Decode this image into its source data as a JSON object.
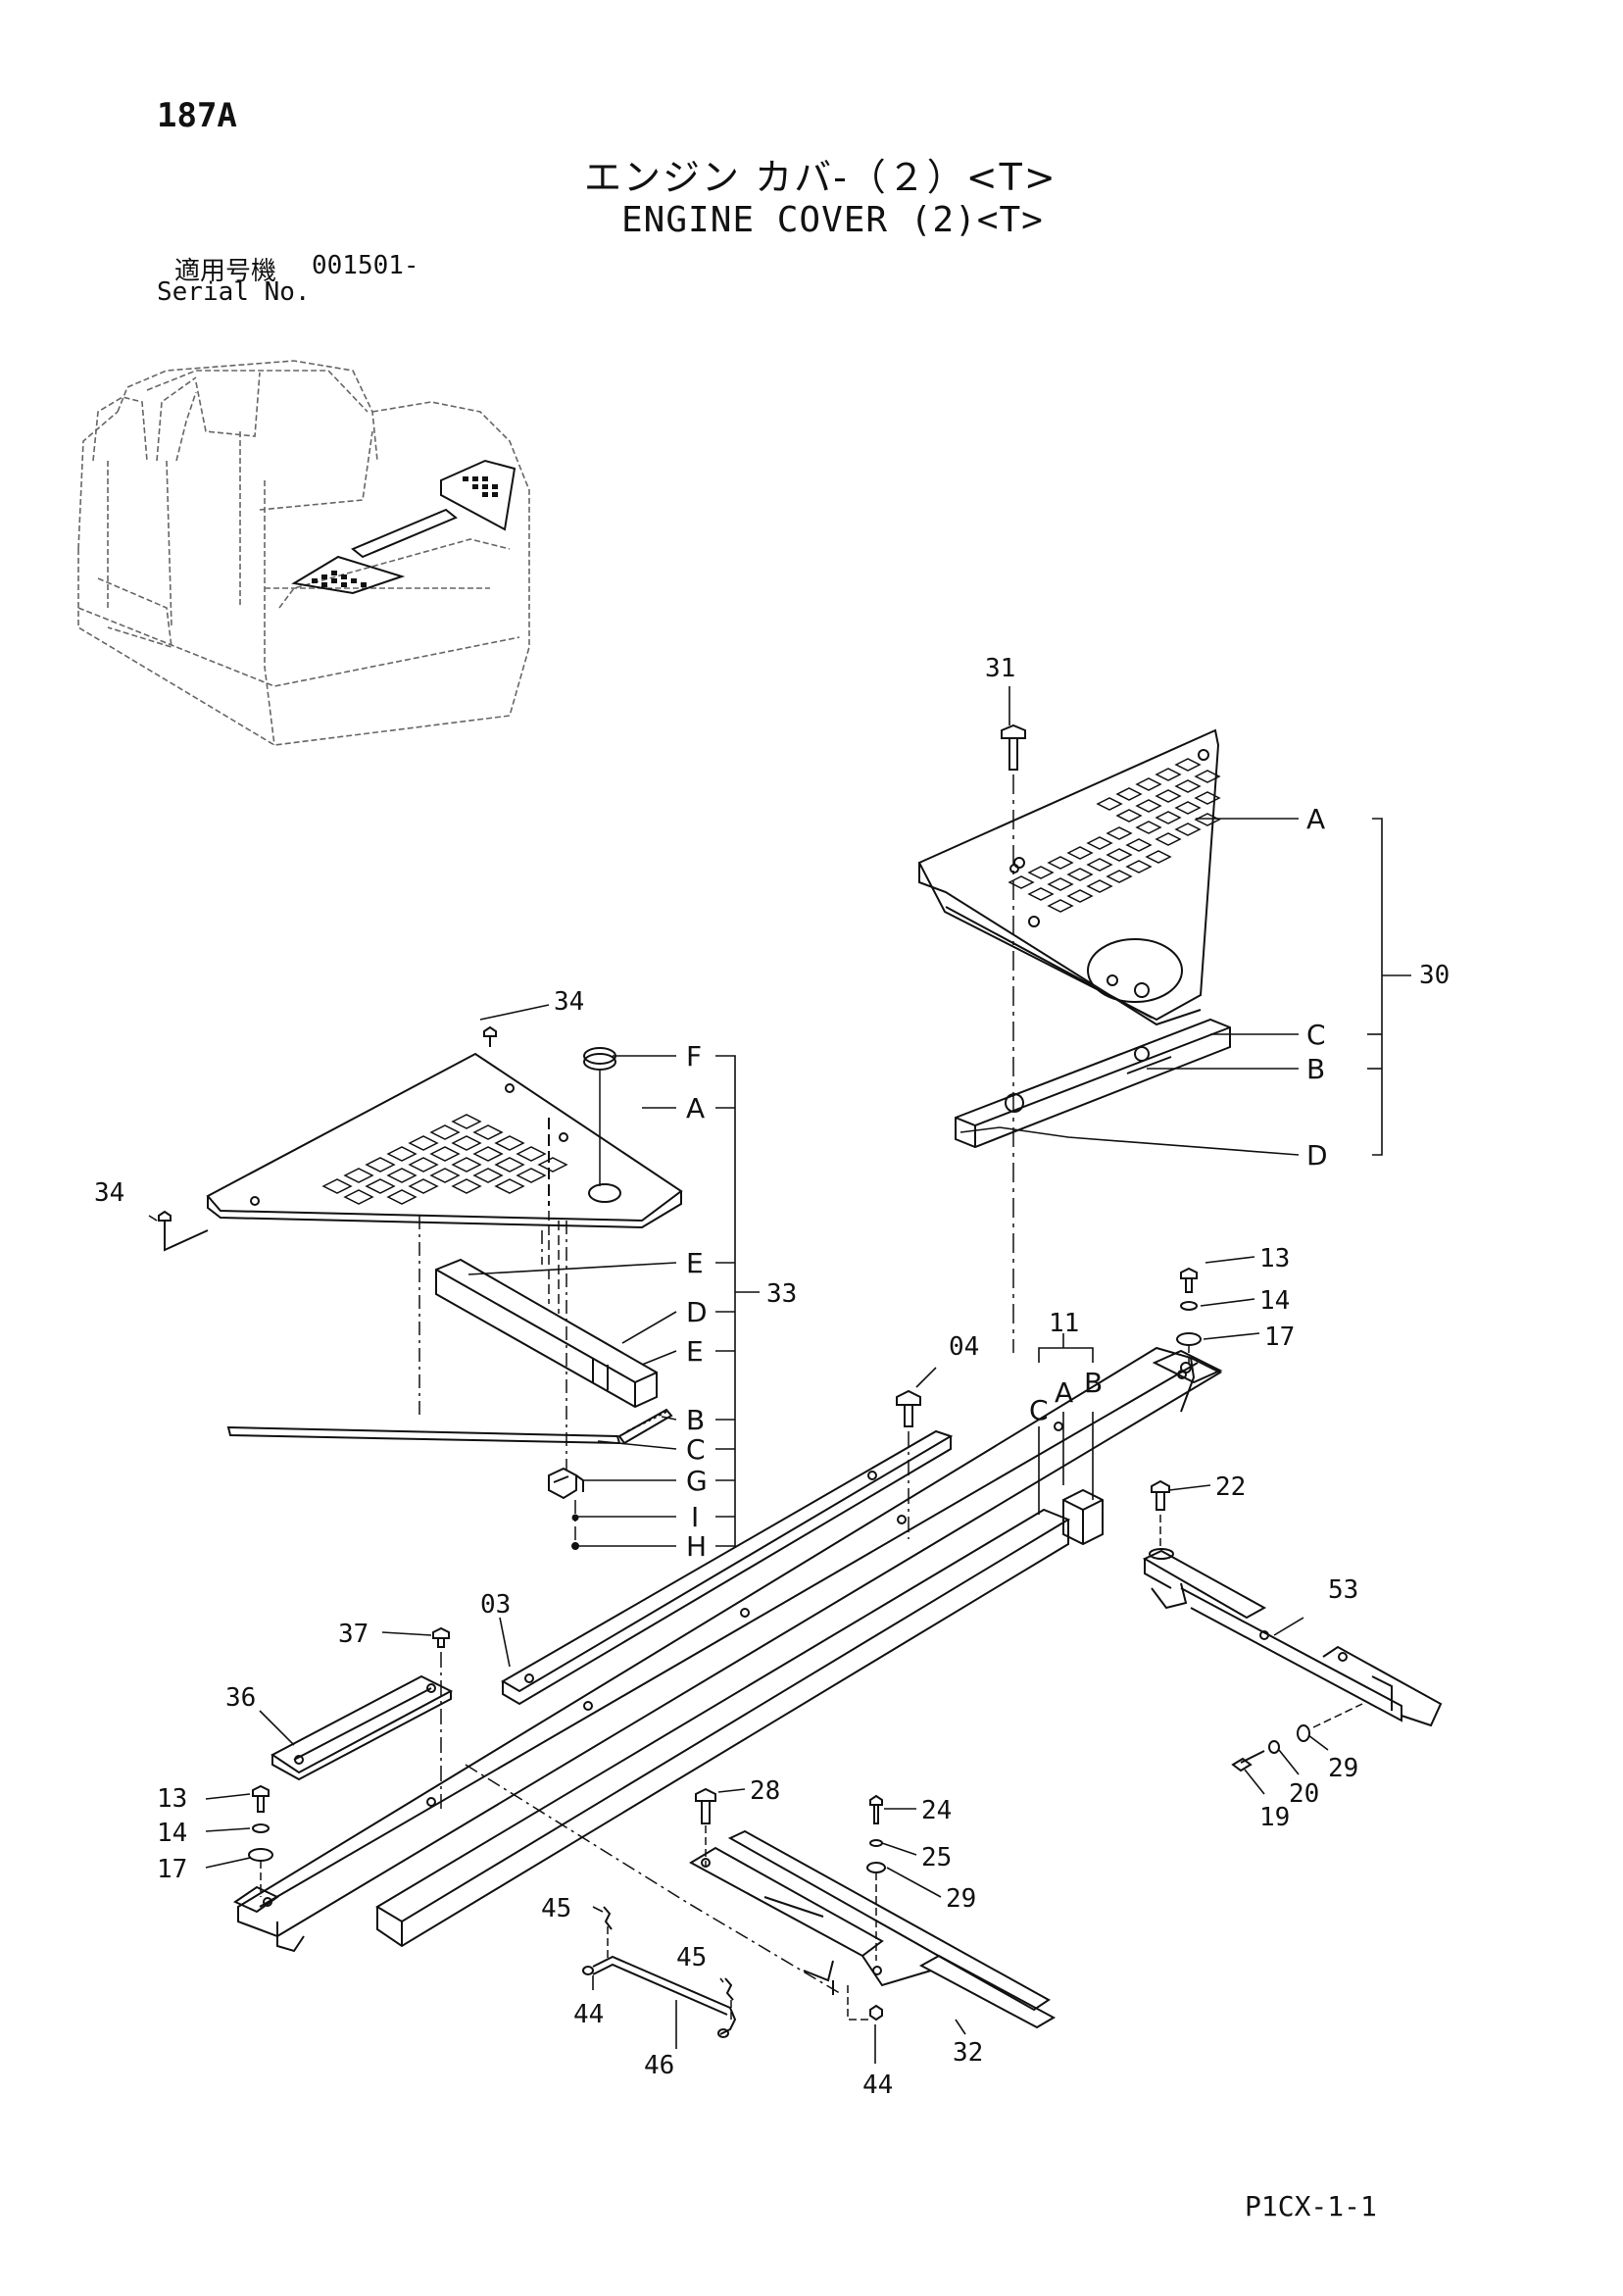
{
  "header": {
    "page_code": "187A",
    "title_jp": "エンジン カバ-（２）<T>",
    "title_en": "ENGINE COVER (2)<T>",
    "serial_label_jp": "適用号機",
    "serial_value": "001501-",
    "serial_label_en": "Serial No."
  },
  "footer": {
    "code": "P1CX-1-1"
  },
  "callouts": {
    "c31": "31",
    "c30": "30",
    "c34a": "34",
    "c34b": "34",
    "c33": "33",
    "c04": "04",
    "c11": "11",
    "c13a": "13",
    "c14a": "14",
    "c17a": "17",
    "c22": "22",
    "c53": "53",
    "c37": "37",
    "c03": "03",
    "c36": "36",
    "c13b": "13",
    "c14b": "14",
    "c17b": "17",
    "c28": "28",
    "c24": "24",
    "c25": "25",
    "c29a": "29",
    "c29b": "29",
    "c20": "20",
    "c19": "19",
    "c45a": "45",
    "c45b": "45",
    "c44a": "44",
    "c44b": "44",
    "c46": "46",
    "c32": "32"
  },
  "letters": {
    "r_A": "A",
    "r_C": "C",
    "r_B": "B",
    "r_D": "D",
    "l_F": "F",
    "l_A": "A",
    "l_E1": "E",
    "l_D": "D",
    "l_E2": "E",
    "l_B": "B",
    "l_C": "C",
    "l_G": "G",
    "l_I": "I",
    "l_H": "H",
    "s_C": "C",
    "s_A": "A",
    "s_B": "B"
  }
}
